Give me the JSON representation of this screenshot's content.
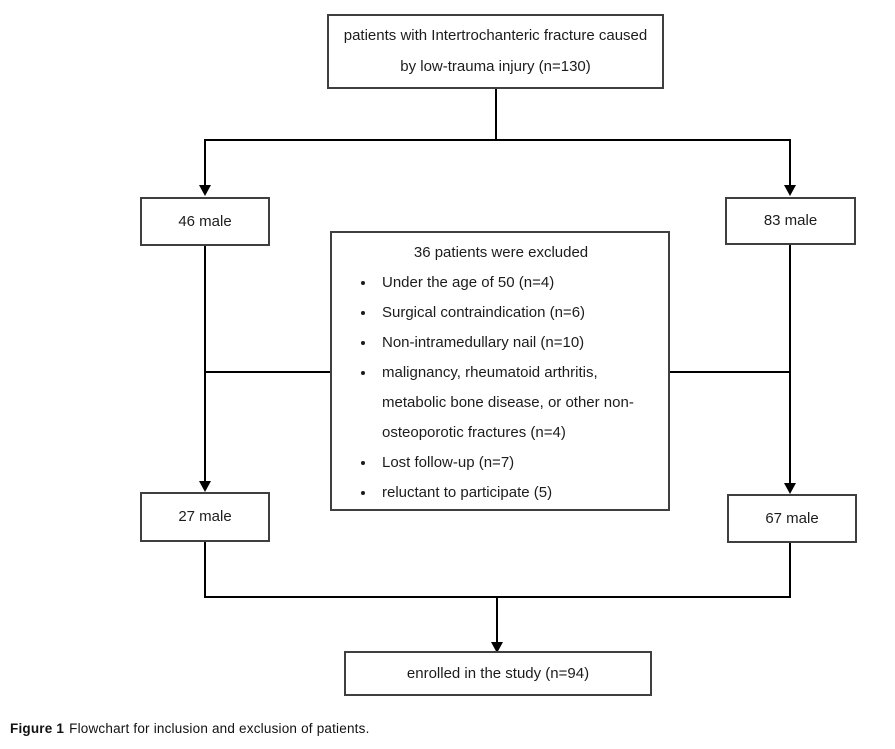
{
  "figure": {
    "top_box": {
      "line1": "patients with Intertrochanteric fracture caused",
      "line2": "by low-trauma injury (n=130)"
    },
    "male_46": "46 male",
    "male_83": "83 male",
    "excluded": {
      "title": "36 patients were excluded",
      "items": [
        "Under the age of 50 (n=4)",
        "Surgical contraindication (n=6)",
        "Non-intramedullary nail (n=10)",
        "malignancy, rheumatoid arthritis, metabolic bone disease, or other non-osteoporotic fractures (n=4)",
        "Lost follow-up (n=7)",
        "reluctant to participate (5)"
      ]
    },
    "male_27": "27 male",
    "male_67": "67 male",
    "enrolled": "enrolled in the study (n=94)",
    "caption_label": "Figure 1",
    "caption_text": "Flowchart for inclusion and exclusion of patients."
  },
  "colors": {
    "line": "#000000",
    "box_border": "#3f3f3f",
    "text": "#1c1c1c",
    "background": "#ffffff"
  }
}
